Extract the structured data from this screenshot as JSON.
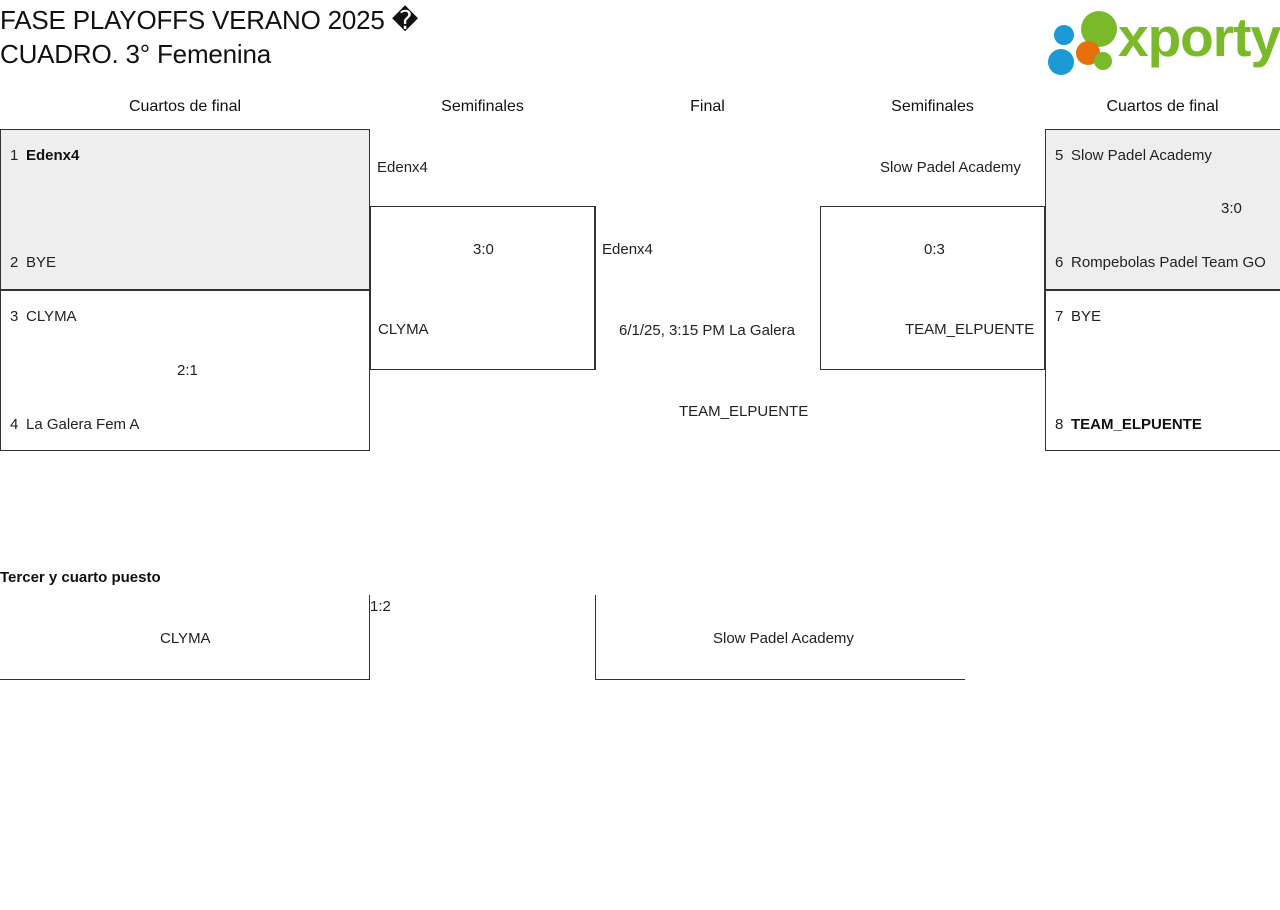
{
  "header": {
    "title": "FASE PLAYOFFS VERANO 2025 �\nCUADRO. 3° Femenina",
    "logo_word": "xporty",
    "logo_colors": {
      "green": "#7ab929",
      "blue": "#1b9ad6",
      "orange": "#e8700c"
    }
  },
  "bracket": {
    "colors": {
      "shaded_row": "#eeeeee",
      "line": "#333333",
      "text": "#222222"
    },
    "columns": [
      {
        "id": "qf-left",
        "label": "Cuartos de final"
      },
      {
        "id": "sf-left",
        "label": "Semifinales"
      },
      {
        "id": "final",
        "label": "Final"
      },
      {
        "id": "sf-right",
        "label": "Semifinales"
      },
      {
        "id": "qf-right",
        "label": "Cuartos de final"
      }
    ],
    "quarterfinals_left": [
      {
        "shaded": true,
        "score": "",
        "players": [
          {
            "seed": "1",
            "name": "Edenx4",
            "winner": true
          },
          {
            "seed": "2",
            "name": "BYE",
            "winner": false
          }
        ]
      },
      {
        "shaded": false,
        "score": "2:1",
        "players": [
          {
            "seed": "3",
            "name": "CLYMA",
            "winner": false
          },
          {
            "seed": "4",
            "name": "La Galera Fem A",
            "winner": false
          }
        ]
      }
    ],
    "quarterfinals_right": [
      {
        "shaded": true,
        "score": "3:0",
        "players": [
          {
            "seed": "5",
            "name": "Slow Padel Academy",
            "winner": false
          },
          {
            "seed": "6",
            "name": "Rompebolas Padel Team GO",
            "winner": false
          }
        ]
      },
      {
        "shaded": false,
        "score": "",
        "players": [
          {
            "seed": "7",
            "name": "BYE",
            "winner": false
          },
          {
            "seed": "8",
            "name": "TEAM_ELPUENTE",
            "winner": true
          }
        ]
      }
    ],
    "semifinal_left": {
      "top_team": "Edenx4",
      "score": "3:0",
      "bottom_team": "CLYMA"
    },
    "semifinal_right": {
      "top_team": "Slow Padel Academy",
      "score": "0:3",
      "bottom_team": "TEAM_ELPUENTE"
    },
    "final": {
      "top_team": "Edenx4",
      "schedule": "6/1/25, 3:15 PM La Galera",
      "bottom_team": "TEAM_ELPUENTE"
    }
  },
  "third_place": {
    "title": "Tercer y cuarto puesto",
    "left_team": "CLYMA",
    "score": "1:2",
    "right_team": "Slow Padel Academy"
  }
}
